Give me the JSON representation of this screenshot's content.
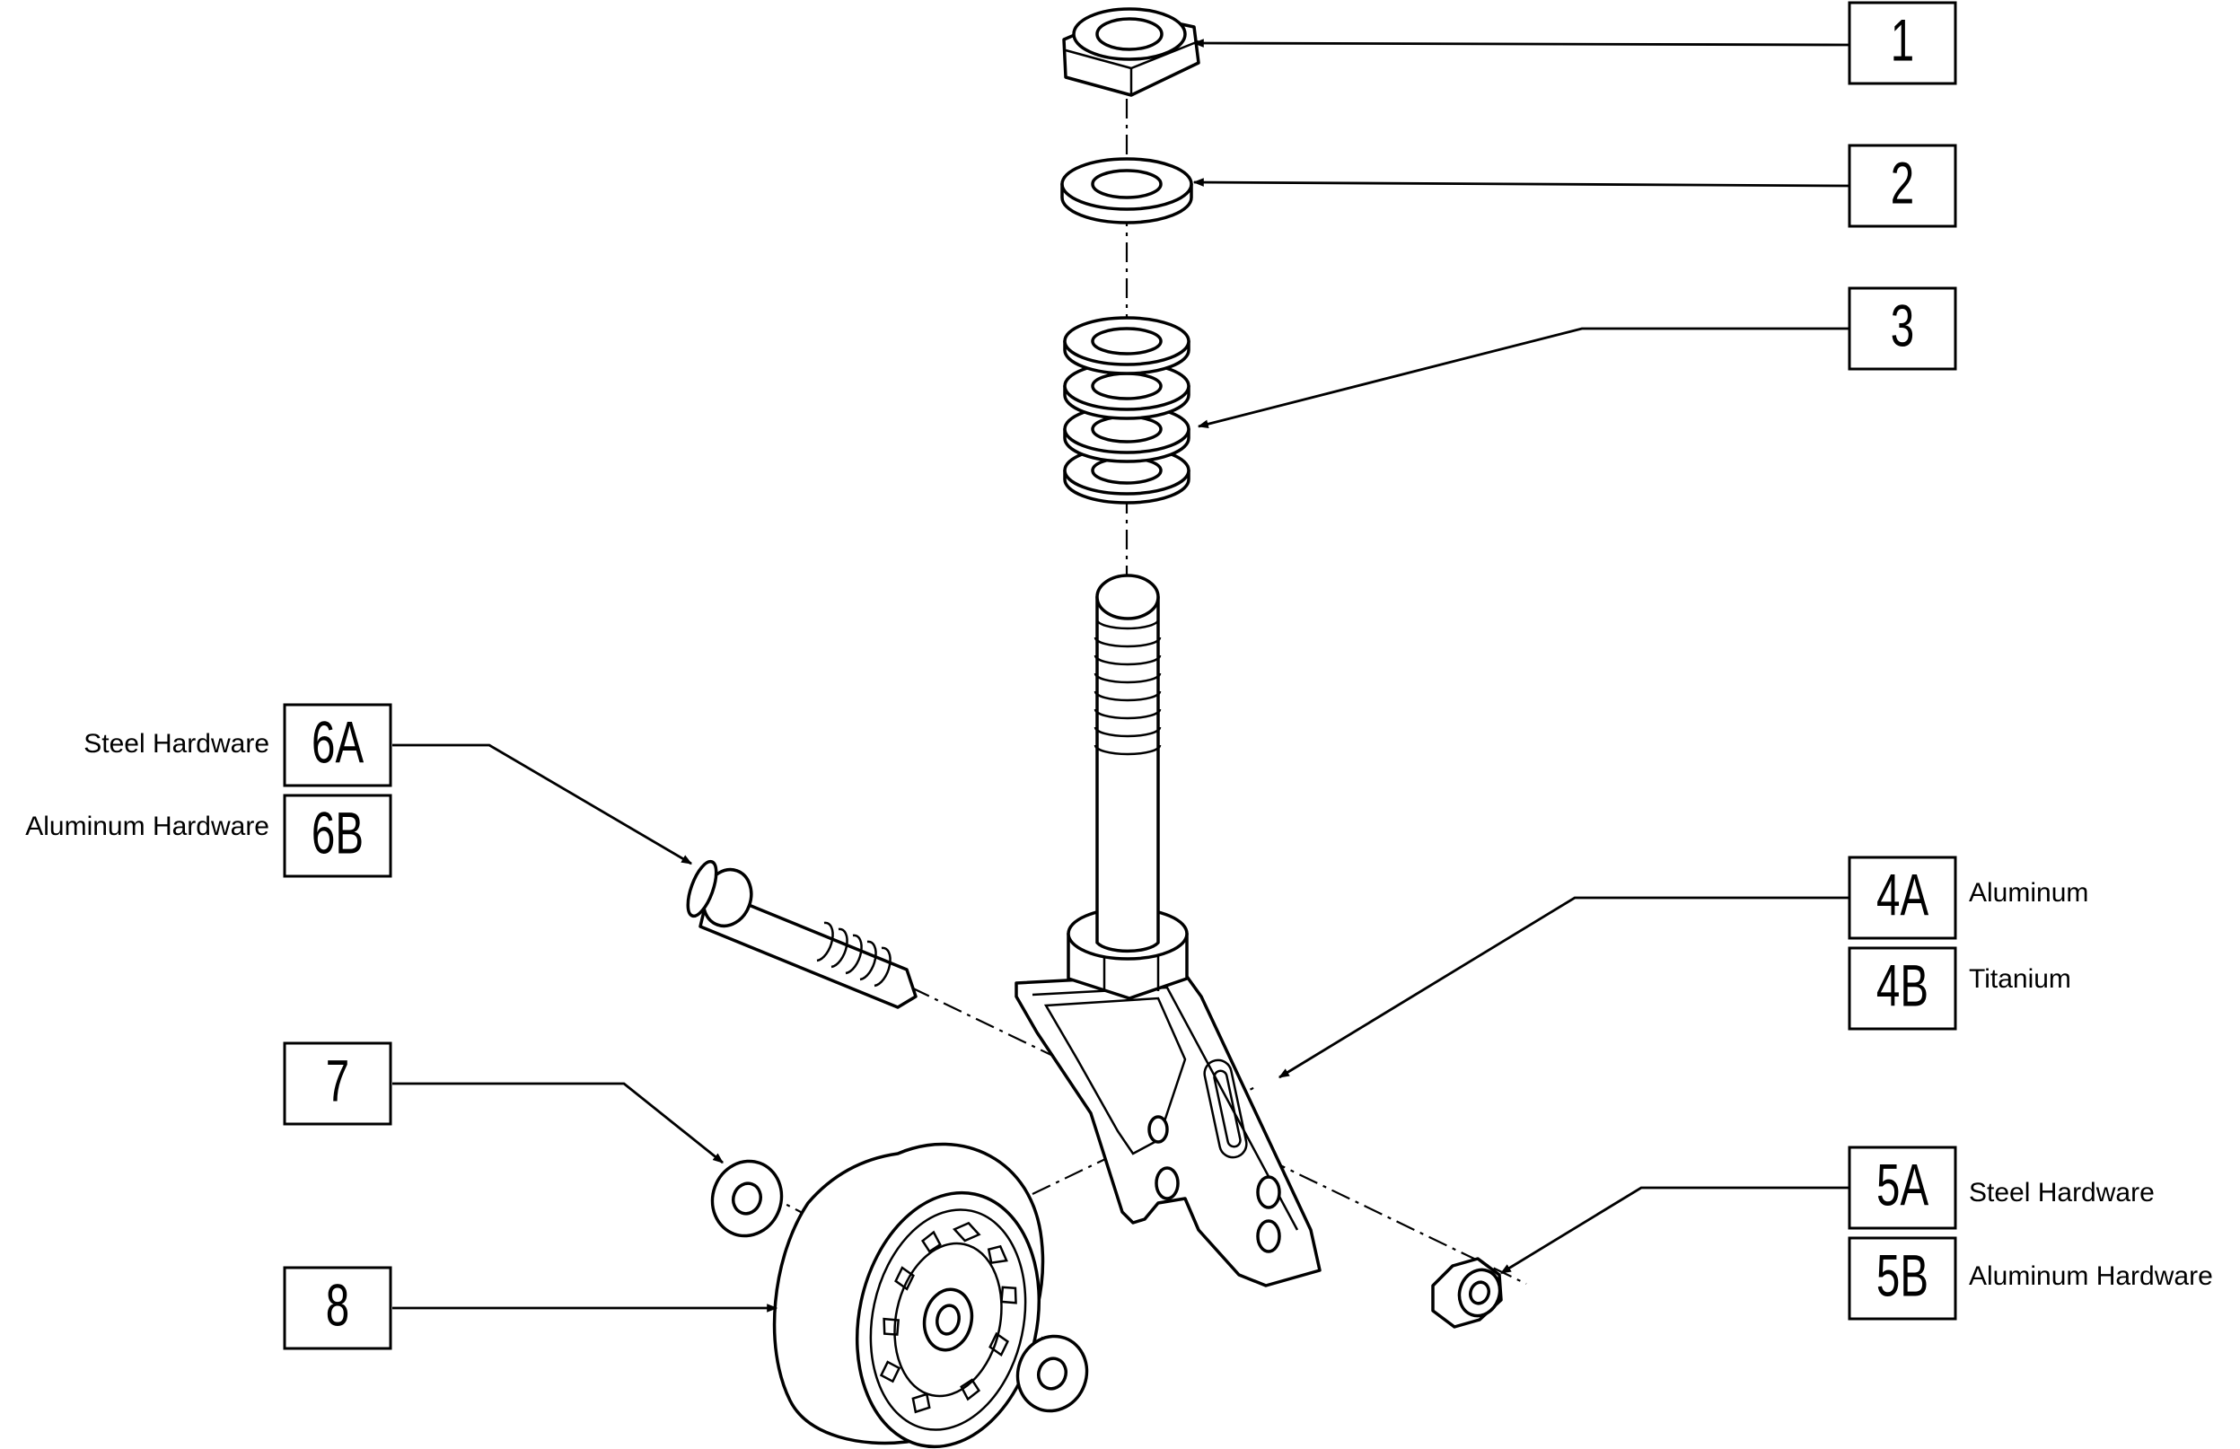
{
  "callouts": {
    "c1": {
      "number": "1"
    },
    "c2": {
      "number": "2"
    },
    "c3": {
      "number": "3"
    },
    "c4a": {
      "number": "4A",
      "label": "Aluminum"
    },
    "c4b": {
      "number": "4B",
      "label": "Titanium"
    },
    "c5a": {
      "number": "5A",
      "label": "Steel Hardware"
    },
    "c5b": {
      "number": "5B",
      "label": "Aluminum Hardware"
    },
    "c6a": {
      "number": "6A",
      "label": "Steel Hardware"
    },
    "c6b": {
      "number": "6B",
      "label": "Aluminum Hardware"
    },
    "c7": {
      "number": "7"
    },
    "c8": {
      "number": "8"
    }
  }
}
